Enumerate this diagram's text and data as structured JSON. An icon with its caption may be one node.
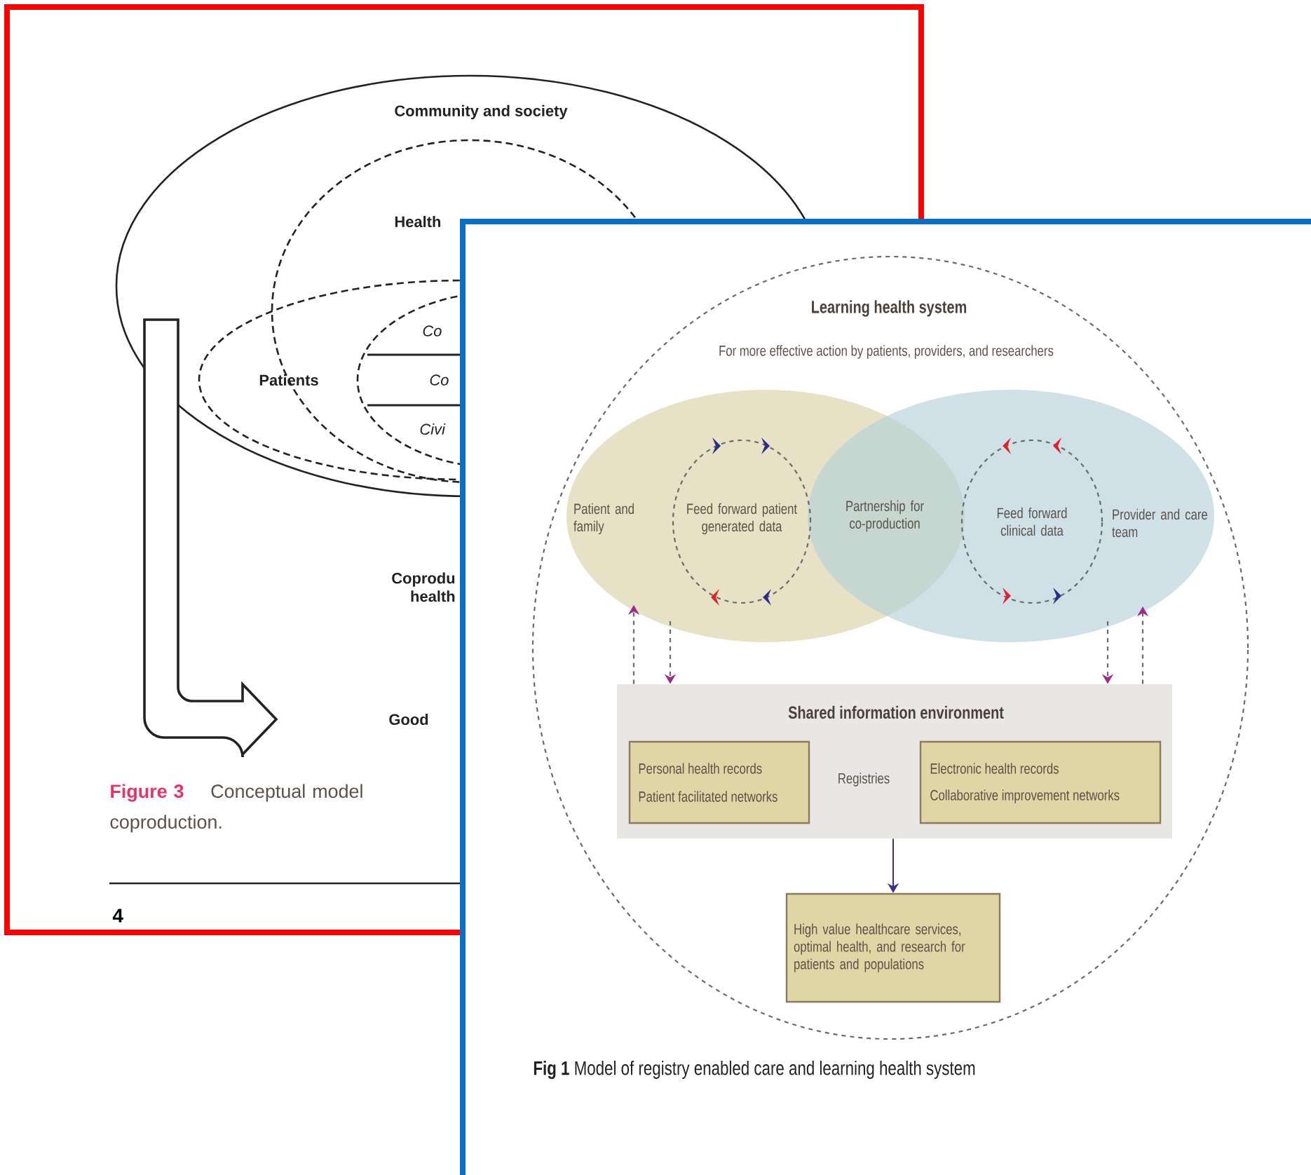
{
  "diagram": {
    "nodes": [
      {
        "text": [
          "Community and society"
        ]
      },
      {
        "text": [
          "Health"
        ],
        "in": 0
      },
      {
        "text": [
          "Patients"
        ],
        "in": 0
      },
      {
        "text": [
          "Co",
          "Co",
          "Civi"
        ]
      },
      {
        "text": [
          "Learning health system",
          "For more effective action by patients, providers, and researchers"
        ]
      },
      {
        "text": [
          "Patient and family"
        ],
        "in": 4
      },
      {
        "text": [
          "Feed forward patient generated data"
        ],
        "in": 5
      },
      {
        "text": [
          "Partnership for co-production"
        ]
      },
      {
        "text": [
          "Feed forward clinical data"
        ],
        "in": 9
      },
      {
        "text": [
          "Provider and care team"
        ],
        "in": 4
      },
      {
        "text": [
          "Shared information environment",
          "Registries"
        ],
        "in": 4
      },
      {
        "text": [
          "Personal health records",
          "Patient facilitated networks"
        ],
        "in": 10
      },
      {
        "text": [
          "Electronic health records",
          "Collaborative improvement networks"
        ],
        "in": 10
      },
      {
        "text": [
          "High value healthcare services, optimal health, and research for patients and populations"
        ],
        "in": 4
      }
    ],
    "edges": [
      {
        "from": 10,
        "to": 5,
        "arrow": "to",
        "style": "dashed"
      },
      {
        "from": 5,
        "to": 10,
        "arrow": "to",
        "style": "dashed"
      },
      {
        "from": 9,
        "to": 10,
        "arrow": "to",
        "style": "dashed"
      },
      {
        "from": 10,
        "to": 9,
        "arrow": "to",
        "style": "dashed"
      },
      {
        "from": 10,
        "to": 13,
        "arrow": "to",
        "color": "#3a2f8a"
      }
    ],
    "labels": [
      "Coprodu health",
      "Good",
      "Figure 3",
      "Conceptual model coproduction.",
      "4",
      "**Fig 1** Model of registry enabled care and learning health system"
    ]
  }
}
